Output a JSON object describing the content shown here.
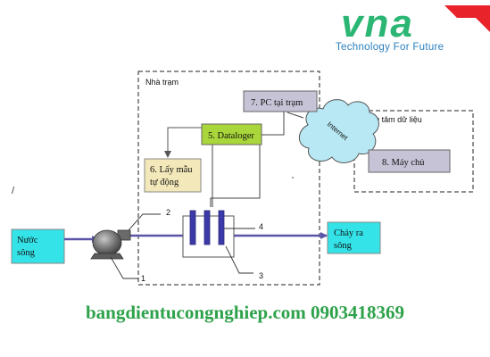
{
  "logo": {
    "brand": "vna",
    "tagline": "Technology For Future"
  },
  "diagram": {
    "station_house_label": "Nhà trạm",
    "data_center_label": "Trung tâm dữ liệu",
    "internet_label": "Internet",
    "boxes": {
      "pc": "7. PC tại trạm",
      "datalogger": "5. Dataloger",
      "sampler_line1": "6. Lấy mẫu",
      "sampler_line2": "tự động",
      "server": "8. Máy chủ",
      "river_in_line1": "Nước",
      "river_in_line2": "sông",
      "river_out_line1": "Chảy ra",
      "river_out_line2": "sông"
    },
    "callouts": [
      "1",
      "2",
      "3",
      "4"
    ],
    "stray_mark": "/"
  },
  "footer": {
    "contact": "bangdientucongnghiep.com 0903418369"
  },
  "colors": {
    "brand_green": "#2bb673",
    "brand_red": "#e8242a",
    "tagline_blue": "#2a7fbf",
    "pc_fill": "#c7c3d6",
    "datalogger_fill": "#a9d63a",
    "sampler_fill": "#f3e8b9",
    "server_fill": "#c7c3d6",
    "water_fill": "#33e3e8",
    "cloud_fill": "#b7e8f3",
    "pipe_color": "#5b54a8",
    "footer_green": "#2ea24b"
  }
}
